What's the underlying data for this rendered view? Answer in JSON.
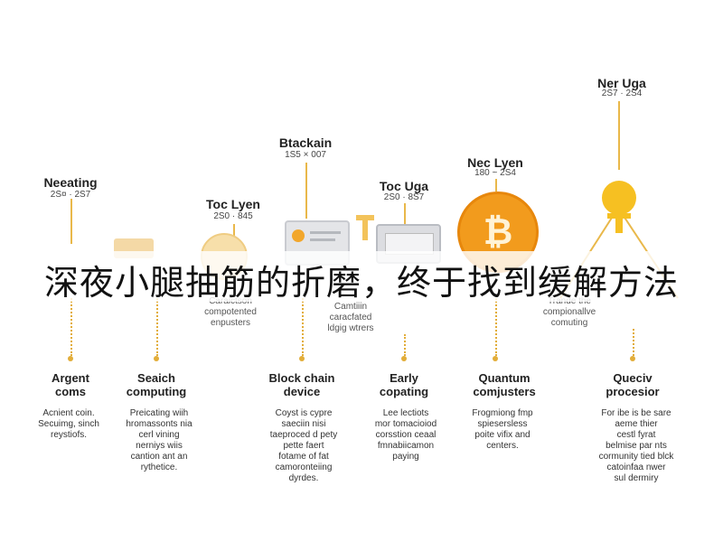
{
  "headline": "深夜小腿抽筋的折磨，终于找到缓解方法",
  "timeline": {
    "top_labels": [
      {
        "title": "Neeating",
        "date": "2S¤ · 2S7"
      },
      {
        "title": "Toc Lyen",
        "date": "2S0 · 845"
      },
      {
        "title": "Btackain",
        "date": "1S5 × 007"
      },
      {
        "title": "Toc Uga",
        "date": "2S0 · 8S7"
      },
      {
        "title": "Nec Lyen",
        "date": "180 ~ 2S4"
      },
      {
        "title": "Ner Uga",
        "date": "2S7 · 2S4"
      }
    ],
    "mid_texts": [
      {
        "l1": "Caraictson",
        "l2": "compotented",
        "l3": "enpusters"
      },
      {
        "l1": "Camtiiin",
        "l2": "caracfated",
        "l3": "ldgig wtrers"
      },
      {
        "l1": "Trande the",
        "l2": "compionallve",
        "l3": "comuting"
      }
    ],
    "bottom": [
      {
        "title": "Argent\ncoms",
        "desc": "Acnient coin.\nSecuimg, sinch\nreystiofs."
      },
      {
        "title": "Seaich\ncomputing",
        "desc": "Preicating wiih\nhromassonts nia\ncerl vining\nnerniys wiis\ncantion ant an\nrythetice."
      },
      {
        "title": "Block chain\ndevice",
        "desc": "Coyst is cypre\nsaeciin nisi\ntaeproced d pety\npette faert\nfotame of fat\ncamoronteiing\ndyrdes."
      },
      {
        "title": "Early\ncopating",
        "desc": "Lee lectiots\nmor tomacioiod\ncorsstion ceaal\nfmnabiicamon\npaying"
      },
      {
        "title": "Quantum\ncomjusters",
        "desc": "Frogmiong fmp\nspiesersless\npoite vifix and\ncenters."
      },
      {
        "title": "Queciv\nprocesior",
        "desc": "For ibe is be sare\naeme thier\ncestl fyrat\nbelmise par nts\ncormunity tied blck\ncatoinfaa nwer\nsul dermiry"
      }
    ]
  },
  "colors": {
    "accent": "#e9b84a",
    "bitcoin": "#f29b1d",
    "dot": "#e2ad39"
  }
}
